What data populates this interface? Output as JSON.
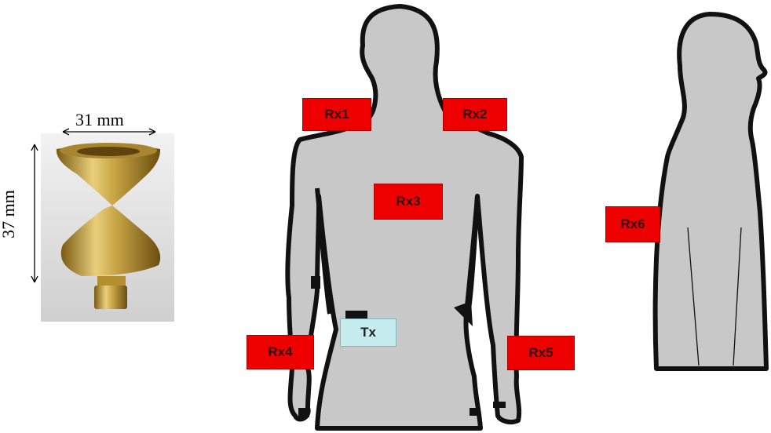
{
  "antenna": {
    "width_label": "31 mm",
    "height_label": "37 mm"
  },
  "labels": {
    "rx1": "Rx1",
    "rx2": "Rx2",
    "rx3": "Rx3",
    "rx4": "Rx4",
    "rx5": "Rx5",
    "rx6": "Rx6",
    "tx": "Tx"
  },
  "colors": {
    "rx_box": "#ee0000",
    "tx_box": "#c6ecee",
    "body_fill": "#c8c8c8",
    "body_outline": "#111111",
    "brass": "#c9a646"
  }
}
